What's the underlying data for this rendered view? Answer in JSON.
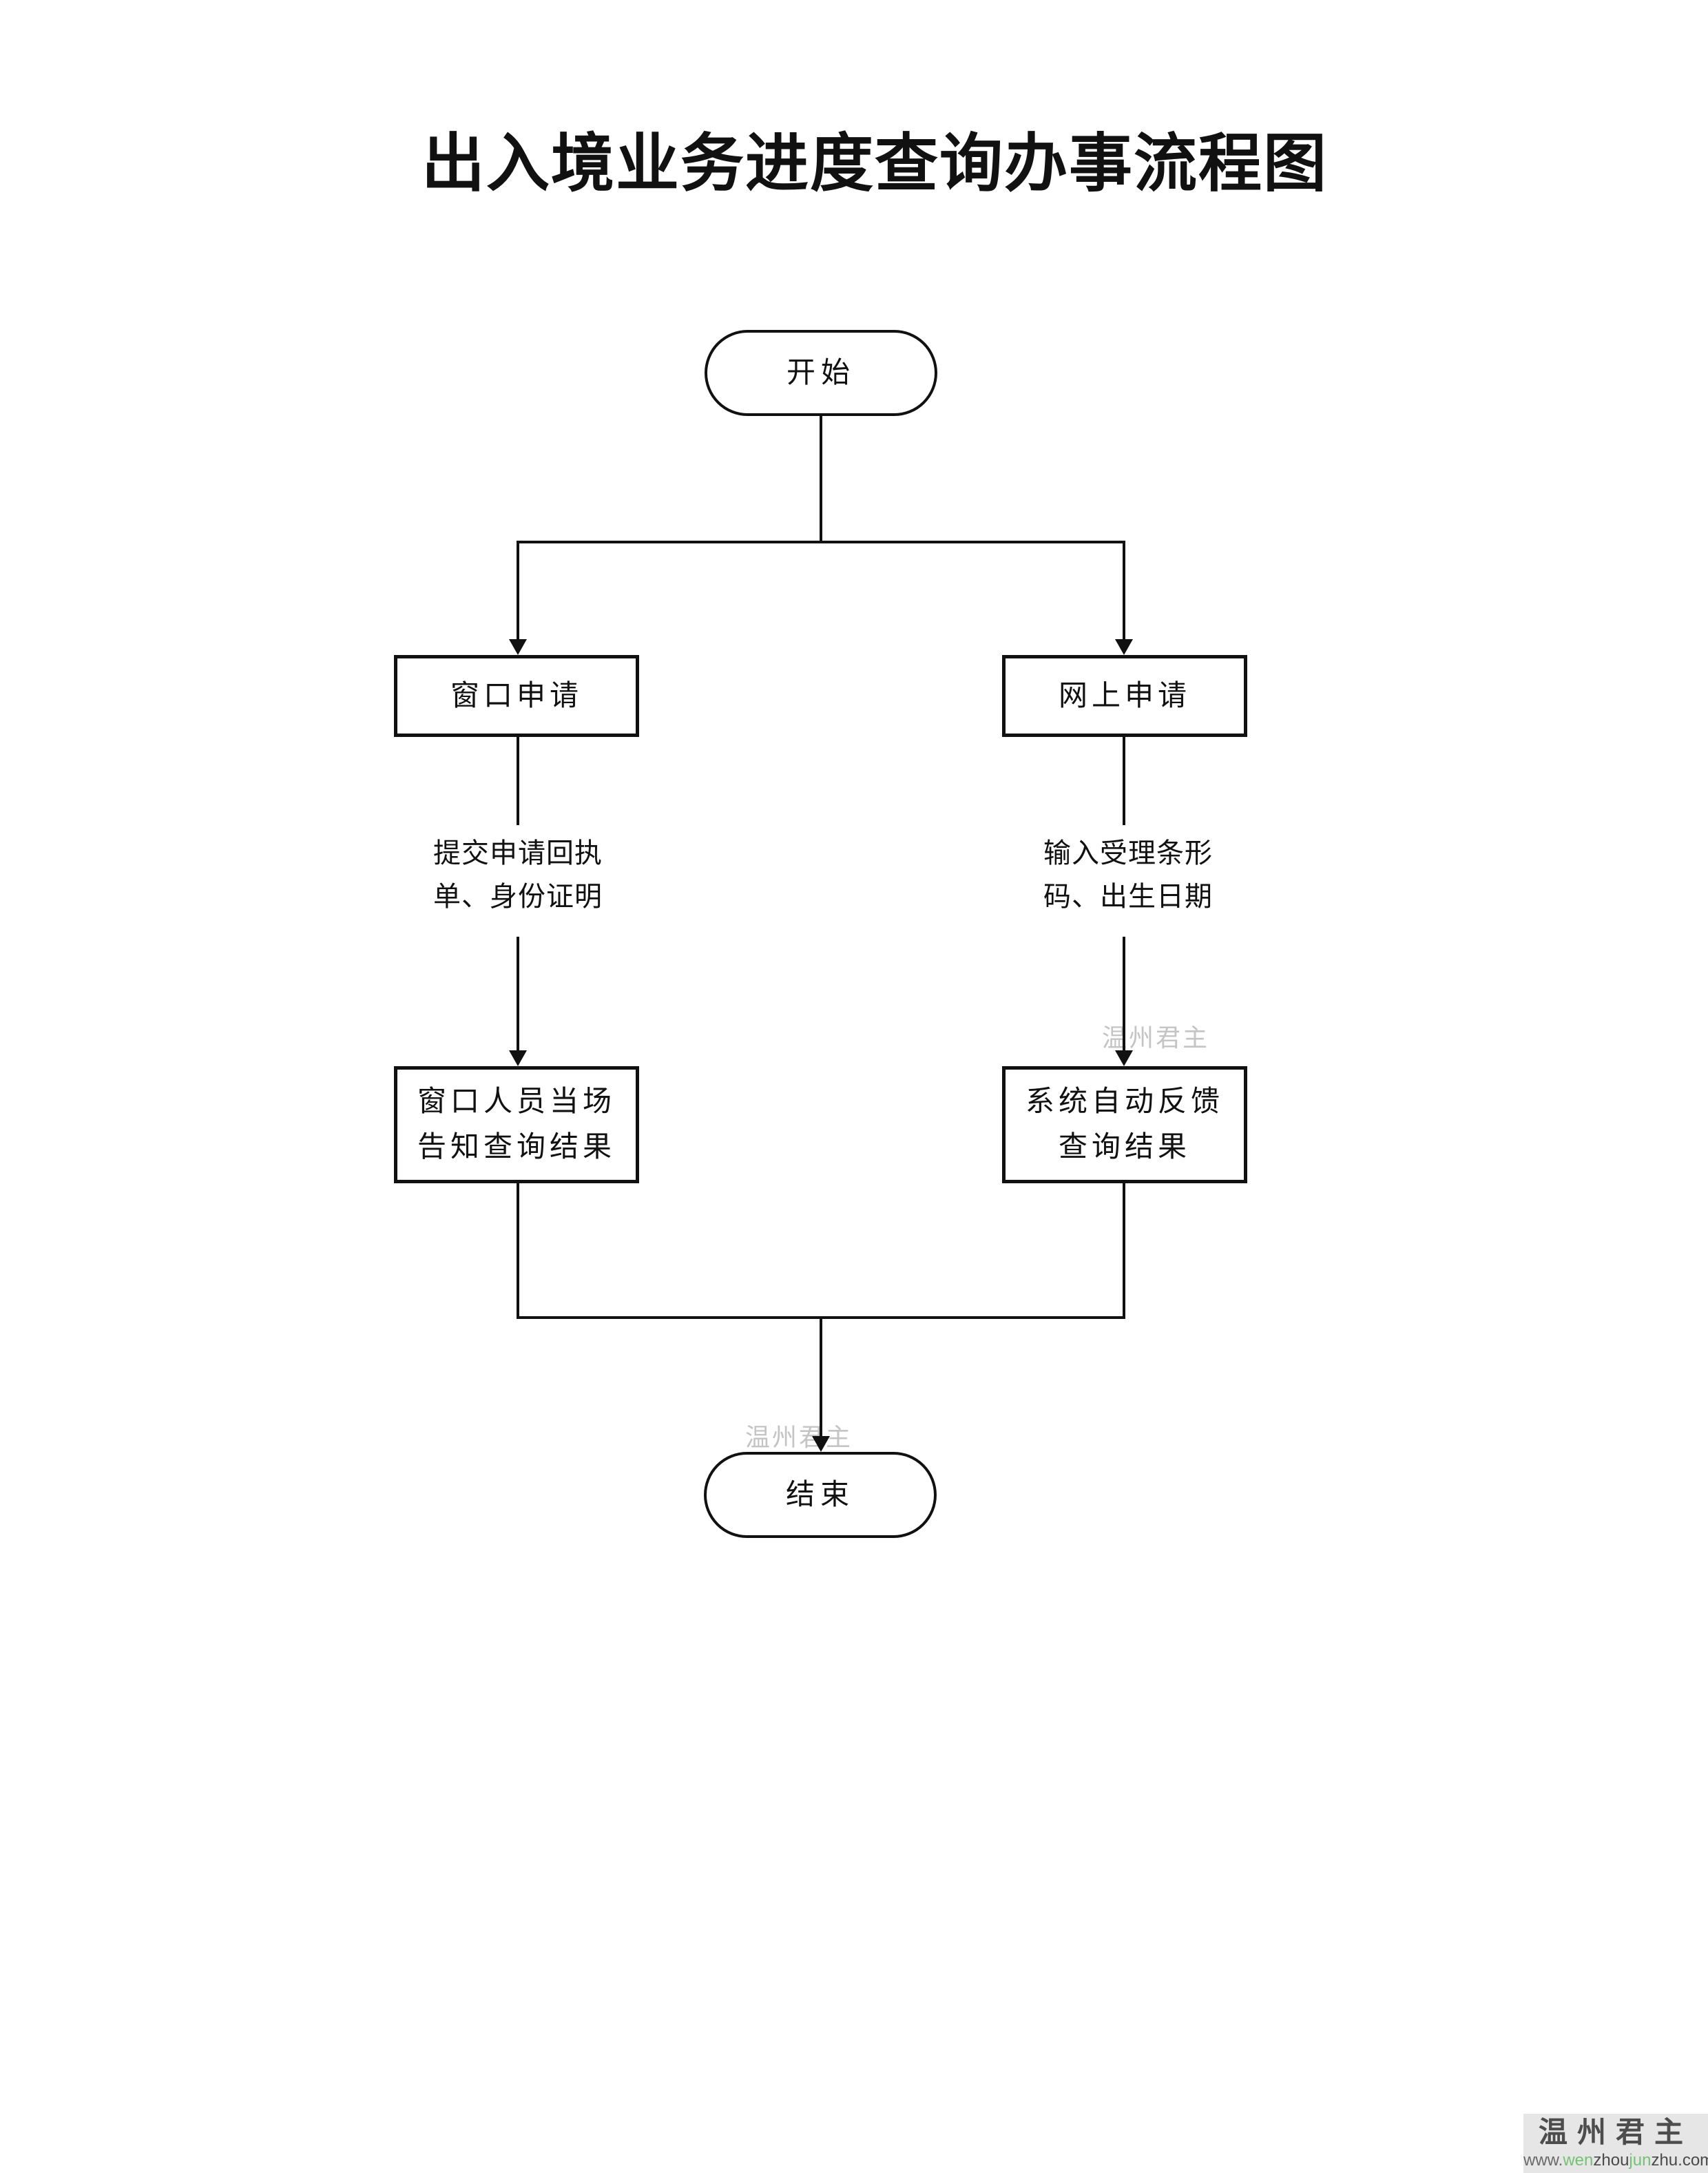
{
  "title": "出入境业务进度查询办事流程图",
  "flow": {
    "start": "开始",
    "window_apply": "窗口申请",
    "online_apply": "网上申请",
    "window_note_line1": "提交申请回执",
    "window_note_line2": "单、身份证明",
    "online_note_line1": "输入受理条形",
    "online_note_line2": "码、出生日期",
    "window_result_line1": "窗口人员当场",
    "window_result_line2": "告知查询结果",
    "online_result_line1": "系统自动反馈",
    "online_result_line2": "查询结果",
    "end": "结束"
  },
  "colors": {
    "line": "#111111",
    "text": "#111111",
    "watermark_background": "#e6e6e6",
    "watermark_logo": "#4d4d4d",
    "watermark_url_green": "#76c176",
    "watermark_url_gray": "#4a4a4a",
    "ghost_gray": "#c4c4c4"
  },
  "watermark": {
    "logo": "温州君主",
    "url_www": "www.",
    "url_wen": "wen",
    "url_zhou": "zhou",
    "url_jun": "jun",
    "url_zhucom": "zhu.com"
  },
  "ghosts": {
    "g1": "温州君主",
    "g2": "温州君主"
  }
}
